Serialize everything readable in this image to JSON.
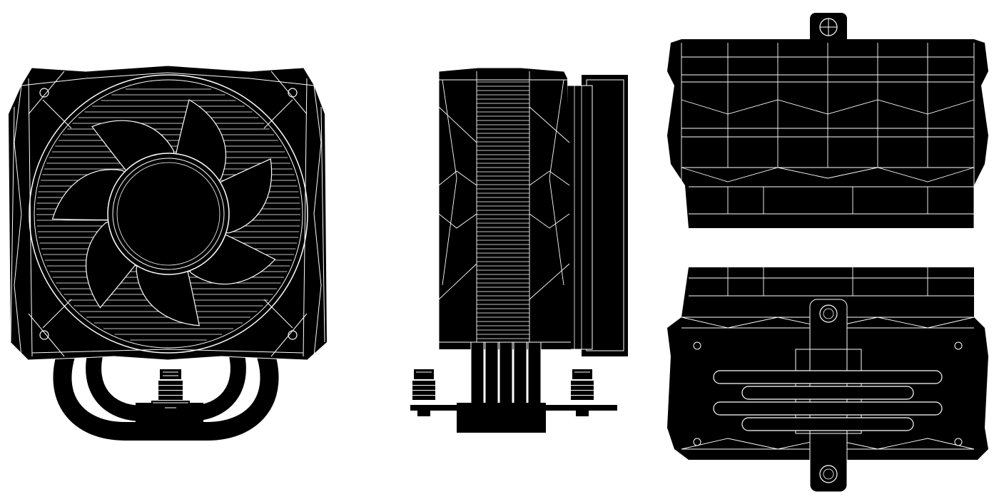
{
  "colors": {
    "body": "#000000",
    "line": "#ffffff",
    "background": "#ffffff"
  },
  "views": [
    {
      "id": "front",
      "blades": 7
    },
    {
      "id": "side",
      "heatpipes": 5
    },
    {
      "id": "top"
    },
    {
      "id": "bottom",
      "heatpipe_loops": 4
    }
  ]
}
